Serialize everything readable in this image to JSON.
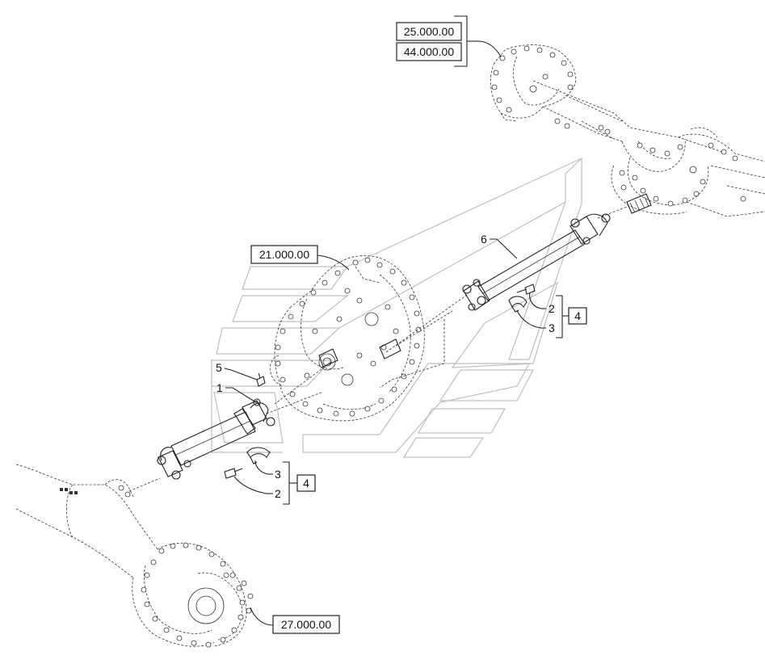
{
  "references": {
    "rear_axle": [
      "25.000.00",
      "44.000.00"
    ],
    "transmission": "21.000.00",
    "front_axle": "27.000.00"
  },
  "callouts": {
    "front_shaft": "1",
    "cap_a_upper": "2",
    "cap_b_upper": "3",
    "kit_upper": "4",
    "cap_b_lower": "3",
    "cap_a_lower": "2",
    "kit_lower": "4",
    "grease_fitting": "5",
    "rear_shaft": "6"
  }
}
